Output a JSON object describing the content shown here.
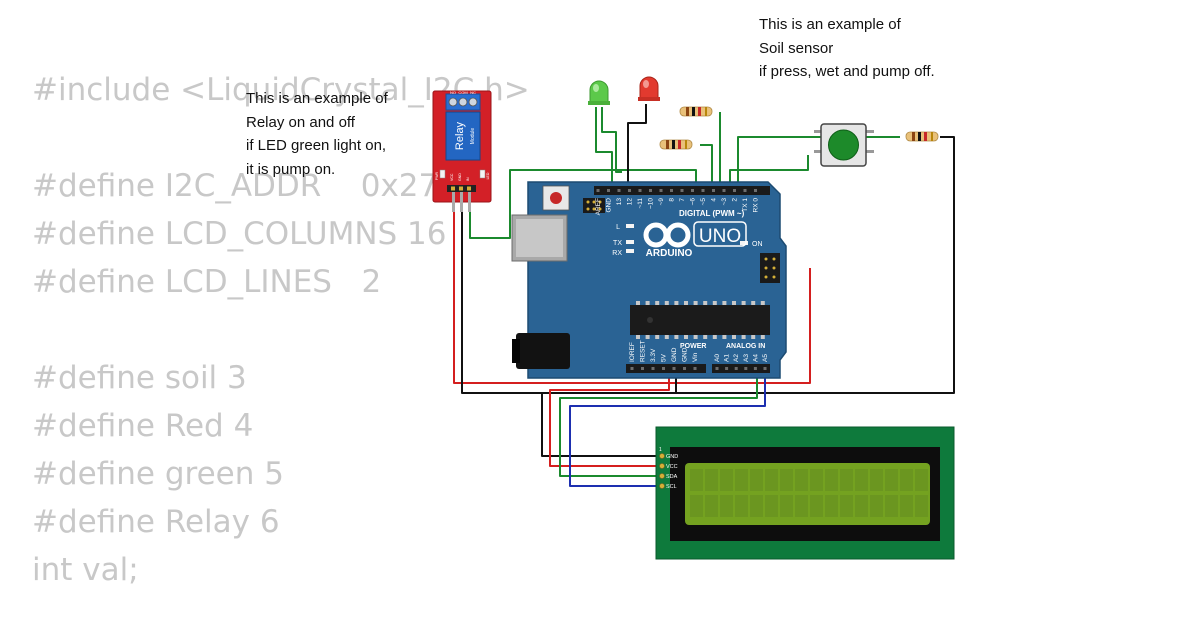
{
  "code_lines": [
    "#include <LiquidCrystal_I2C.h>",
    "",
    "#define I2C_ADDR    0x27",
    "#define LCD_COLUMNS 16",
    "#define LCD_LINES   2",
    "",
    "#define soil 3",
    "#define Red 4",
    "#define green 5",
    "#define Relay 6",
    "int val;"
  ],
  "notes": {
    "relay": [
      "This is an example of",
      "Relay on and off",
      "if LED green light on,",
      "it is pump on."
    ],
    "soil": [
      "This is an example of",
      "Soil sensor",
      "if press, wet and pump off."
    ]
  },
  "arduino": {
    "model": "UNO",
    "brand": "ARDUINO",
    "digital_label": "DIGITAL (PWM ~)",
    "power_label": "POWER",
    "analog_label": "ANALOG IN",
    "on_label": "ON",
    "l_label": "L",
    "tx_label": "TX",
    "rx_label": "RX",
    "digital_pins": [
      "AREF",
      "GND",
      "13",
      "12",
      "~11",
      "~10",
      "~9",
      "8",
      "7",
      "~6",
      "~5",
      "4",
      "~3",
      "2",
      "TX 1",
      "RX 0"
    ],
    "power_pins": [
      "IOREF",
      "RESET",
      "3.3V",
      "5V",
      "GND",
      "GND",
      "Vin"
    ],
    "analog_pins": [
      "A0",
      "A1",
      "A2",
      "A3",
      "A4",
      "A5"
    ]
  },
  "relay_module": {
    "label": "Relay",
    "sublabel": "Module",
    "pins": [
      "VCC",
      "GND",
      "IN"
    ],
    "terminals": [
      "NO",
      "COM",
      "NC"
    ],
    "leds": [
      "PWR",
      "LED"
    ]
  },
  "lcd": {
    "pins": [
      "GND",
      "VCC",
      "SDA",
      "SCL"
    ],
    "pin1_label": "1"
  },
  "colors": {
    "code_text": "#c8c8c8",
    "board": "#2a6394",
    "relay_board": "#d32027",
    "lcd_pcb": "#0e7a3c",
    "lcd_screen": "#74a220",
    "wire_red": "#d41f1f",
    "wire_black": "#111111",
    "wire_green": "#1b8a2e",
    "wire_blue": "#1d2fb0",
    "led_green": "#5cc94a",
    "led_red": "#e23a2f",
    "button_cap": "#1d8a2a"
  }
}
